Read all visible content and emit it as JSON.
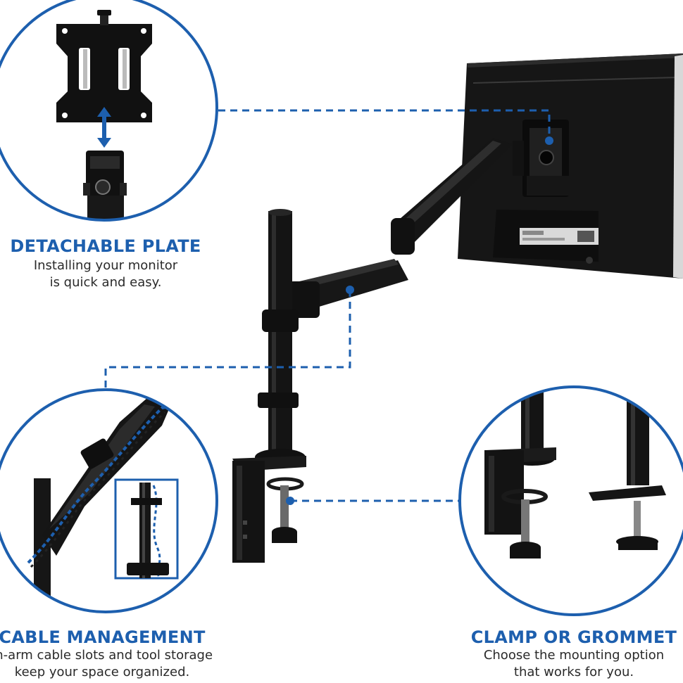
{
  "colors": {
    "accent": "#1d5fae",
    "hardware": "#1c1c1c",
    "text": "#2a2a2a"
  },
  "features": {
    "detachable_plate": {
      "title": "DETACHABLE PLATE",
      "line1": "Installing your monitor",
      "line2": "is quick and easy."
    },
    "cable_management": {
      "title": "CABLE MANAGEMENT",
      "line1": "In-arm cable slots and tool storage",
      "line2": "keep your space organized."
    },
    "clamp_or_grommet": {
      "title": "CLAMP OR GROMMET",
      "line1": "Choose the mounting option",
      "line2": "that works for you."
    }
  }
}
